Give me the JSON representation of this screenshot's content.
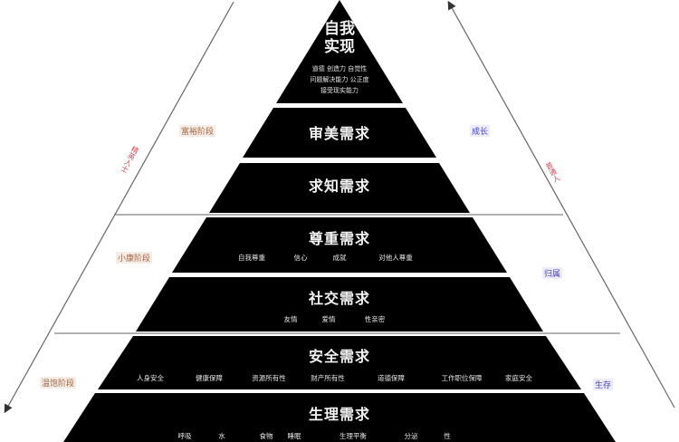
{
  "diagram": {
    "title": "Maslow hierarchy of needs pyramid",
    "colors": {
      "tier_fill": "#000000",
      "tier_text": "#f2f2f2",
      "stage_label_text": "#a06a4a",
      "right_label_text": "#4c44b8",
      "arrow_label_text": "#d04a5a",
      "lines": "#555555"
    },
    "tiers": [
      {
        "title_line1": "自我",
        "title_line2": "实现",
        "items_row1": "道德  创造力  自觉性",
        "items_row2": "问题解决能力    公正度",
        "items_row3": "接受现实能力"
      },
      {
        "title": "审美需求"
      },
      {
        "title": "求知需求"
      },
      {
        "title": "尊重需求",
        "items": [
          "自我尊重",
          "信心",
          "成就",
          "对他人尊重"
        ]
      },
      {
        "title": "社交需求",
        "items": [
          "友情",
          "爱情",
          "性亲密"
        ]
      },
      {
        "title": "安全需求",
        "items": [
          "人身安全",
          "健康保障",
          "资源所有性",
          "财产所有性",
          "道德保障",
          "工作职位保障",
          "家庭安全"
        ]
      },
      {
        "title": "生理需求",
        "items": [
          "呼吸",
          "水",
          "食物",
          "睡眠",
          "生理平衡",
          "分泌",
          "性"
        ]
      }
    ],
    "stage_labels": [
      "富裕阶段",
      "小康阶段",
      "温饱阶段"
    ],
    "right_labels": [
      "成长",
      "归属",
      "生存"
    ],
    "left_arrow_label": "精英人士",
    "right_arrow_label": "普通人"
  }
}
